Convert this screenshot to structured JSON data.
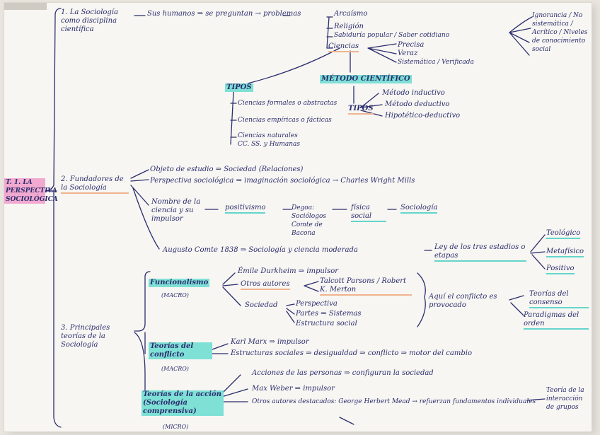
{
  "photo": {
    "main_title": "T. 1. LA PERSPECTIVA SOCIOLÓGICA",
    "sec1": {
      "label": "1. La Sociología como disciplina científica",
      "problemas": "Sus humanos ⇒ se preguntan → problemas",
      "ramas": [
        "Arcaísmo",
        "Religión",
        "Sabiduría popular / Saber cotidiano",
        "Ciencias"
      ],
      "saber_label": "Ignorancia / No sistemática / Acrítico / Niveles de conocimiento social",
      "ciencias_items": [
        "Precisa",
        "Veraz",
        "Sistemática / Verificada"
      ],
      "tipos_label": "TIPOS",
      "tipos_items": [
        "Ciencias formales o abstractas",
        "Ciencias empíricas o fácticas",
        "Ciencias naturales",
        "CC. SS. y Humanas"
      ],
      "metodo_label": "MÉTODO CIENTÍFICO",
      "tipos2_label": "TIPOS",
      "metodo_items": [
        "Método inductivo",
        "Método deductivo",
        "Hipotético-deductivo"
      ]
    },
    "sec2": {
      "label": "2. Fundadores de la Sociología",
      "objeto": "Objeto de estudio ⇒ Sociedad (Relaciones)",
      "perspectiva": "Perspectiva sociológica ⇒ imaginación sociológica → Charles Wright Mills",
      "nombre_label": "Nombre de la ciencia y su impulsor",
      "positivismo": "positivismo",
      "sujetos": "Degoa: Sociólogos Comte de Bacona",
      "fisica": "física social",
      "sociologia": "Sociología",
      "comte": "Augusto Comte 1838 ⇒ Sociología y ciencia moderada",
      "ley": "Ley de los tres estadios o etapas",
      "estadios": [
        "Teológico",
        "Metafísico",
        "Positivo"
      ]
    },
    "sec3": {
      "label": "3. Principales teorías de la Sociología",
      "func_label": "Funcionalismo",
      "macro1": "(MACRO)",
      "durkheim": "Émile Durkheim ⇒ impulsor",
      "otros": "Otros autores",
      "parsons": "Talcott Parsons / Robert K. Merton",
      "sociedad": "Sociedad",
      "sociedad_items": [
        "Perspectiva",
        "Partes ⇒ Sistemas",
        "Estructura social"
      ],
      "aqui": "Aquí el conflicto es provocado",
      "orden": "Teorías del consenso",
      "consenso": "Paradigmas del orden",
      "conflicto_label": "Teorías del conflicto",
      "macro2": "(MACRO)",
      "marx": "Karl Marx ⇒ impulsor",
      "estructuras": "Estructuras sociales ⇒ desigualdad ⇒ conflicto ⇒ motor del cambio",
      "accion_label": "Teorías de la acción (Sociología comprensiva)",
      "micro": "(MICRO)",
      "acciones": "Acciones de las personas ⇒ configuran la sociedad",
      "weber": "Max Weber ⇒ impulsor",
      "mead": "Otros autores destacados: George Herbert Mead → refuerzan fundamentos individuales",
      "teoria_final": "Teoría de la interacción de grupos"
    }
  }
}
